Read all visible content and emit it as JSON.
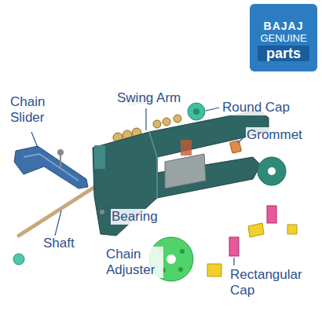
{
  "diagram": {
    "nodes": [
      {
        "text": [
          "BAJAJ",
          "GENUINE",
          "parts"
        ]
      }
    ],
    "labels": [
      "Chain Slider",
      "Swing Arm",
      "Round Cap",
      "Grommet",
      "Bearing",
      "Shaft",
      "Chain Adjuster",
      "Rectangular Cap"
    ]
  }
}
